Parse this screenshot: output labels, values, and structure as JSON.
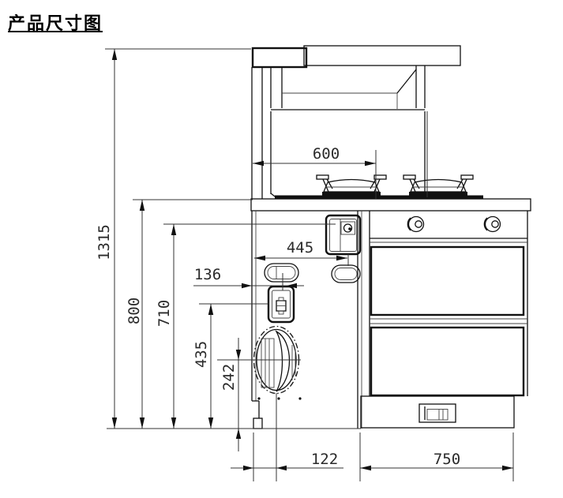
{
  "title": "产品尺寸图",
  "dimensions": {
    "hood_width": "600",
    "ignition_box_offset": "445",
    "socket_offset": "136",
    "total_height": "1315",
    "worktop_height": "800",
    "ignition_height": "710",
    "socket_height": "435",
    "fan_center_height": "242",
    "fan_center_offset": "122",
    "right_cabinet_width": "750"
  }
}
